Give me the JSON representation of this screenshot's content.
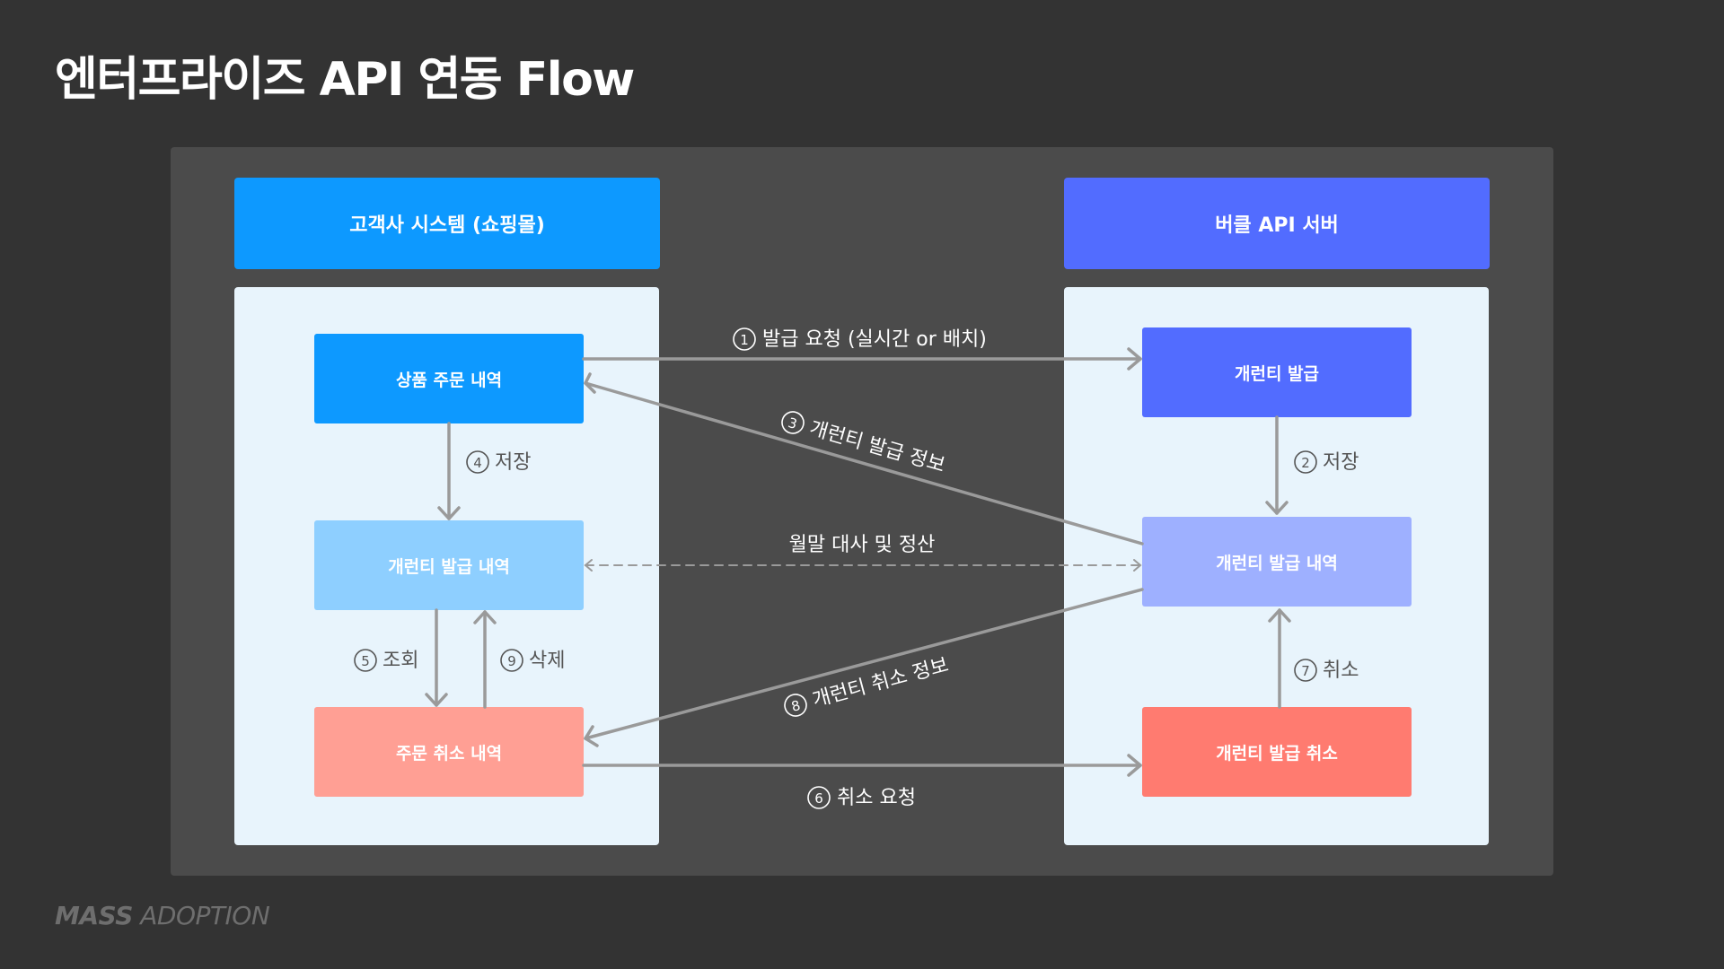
{
  "title": "엔터프라이즈 API 연동 Flow",
  "brand": {
    "bold": "MASS",
    "light": "ADOPTION"
  },
  "columns": {
    "left": {
      "header": "고객사 시스템 (쇼핑몰)",
      "color": "#0d99ff"
    },
    "right": {
      "header": "버클 API 서버",
      "color": "#526cff"
    }
  },
  "boxes": {
    "product_order": {
      "label": "상품 주문 내역",
      "color": "#0d99ff"
    },
    "guarantee_history_left": {
      "label": "개런티 발급 내역",
      "color": "#8ecfff"
    },
    "order_cancel": {
      "label": "주문 취소 내역",
      "color": "#ff9f94"
    },
    "guarantee_issue": {
      "label": "개런티 발급",
      "color": "#526cff"
    },
    "guarantee_history_right": {
      "label": "개런티 발급 내역",
      "color": "#9eb0ff"
    },
    "guarantee_cancel": {
      "label": "개런티 발급 취소",
      "color": "#ff7b70"
    }
  },
  "edges": {
    "e1": {
      "num": "1",
      "text": "발급 요청 (실시간 or 배치)"
    },
    "e2": {
      "num": "2",
      "text": "저장"
    },
    "e3": {
      "num": "3",
      "text": "개런티 발급 정보"
    },
    "e4": {
      "num": "4",
      "text": "저장"
    },
    "e5": {
      "num": "5",
      "text": "조회"
    },
    "e6": {
      "num": "6",
      "text": "취소 요청"
    },
    "e7": {
      "num": "7",
      "text": "취소"
    },
    "e8": {
      "num": "8",
      "text": "개런티 취소 정보"
    },
    "e9": {
      "num": "9",
      "text": "삭제"
    },
    "reconcile": {
      "text": "월말 대사 및 정산"
    }
  }
}
